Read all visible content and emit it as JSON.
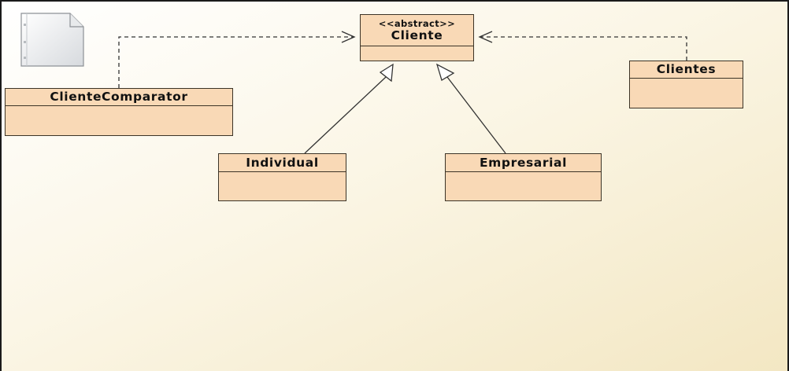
{
  "diagram": {
    "type": "uml-class-diagram",
    "colors": {
      "class_fill": "#f9d9b6",
      "class_border": "#3c3427",
      "line": "#333333",
      "background_start": "#ffffff",
      "background_end": "#f3e7c3"
    },
    "classes": {
      "cliente": {
        "stereotype": "<<abstract>>",
        "name": "Cliente"
      },
      "comparator": {
        "name": "ClienteComparator"
      },
      "clientes": {
        "name": "Clientes"
      },
      "individual": {
        "name": "Individual"
      },
      "empresarial": {
        "name": "Empresarial"
      }
    },
    "relationships": [
      {
        "kind": "dependency",
        "from": "ClienteComparator",
        "to": "Cliente"
      },
      {
        "kind": "dependency",
        "from": "Clientes",
        "to": "Cliente"
      },
      {
        "kind": "generalization",
        "from": "Individual",
        "to": "Cliente"
      },
      {
        "kind": "generalization",
        "from": "Empresarial",
        "to": "Cliente"
      }
    ],
    "icons": [
      "document-icon"
    ]
  }
}
